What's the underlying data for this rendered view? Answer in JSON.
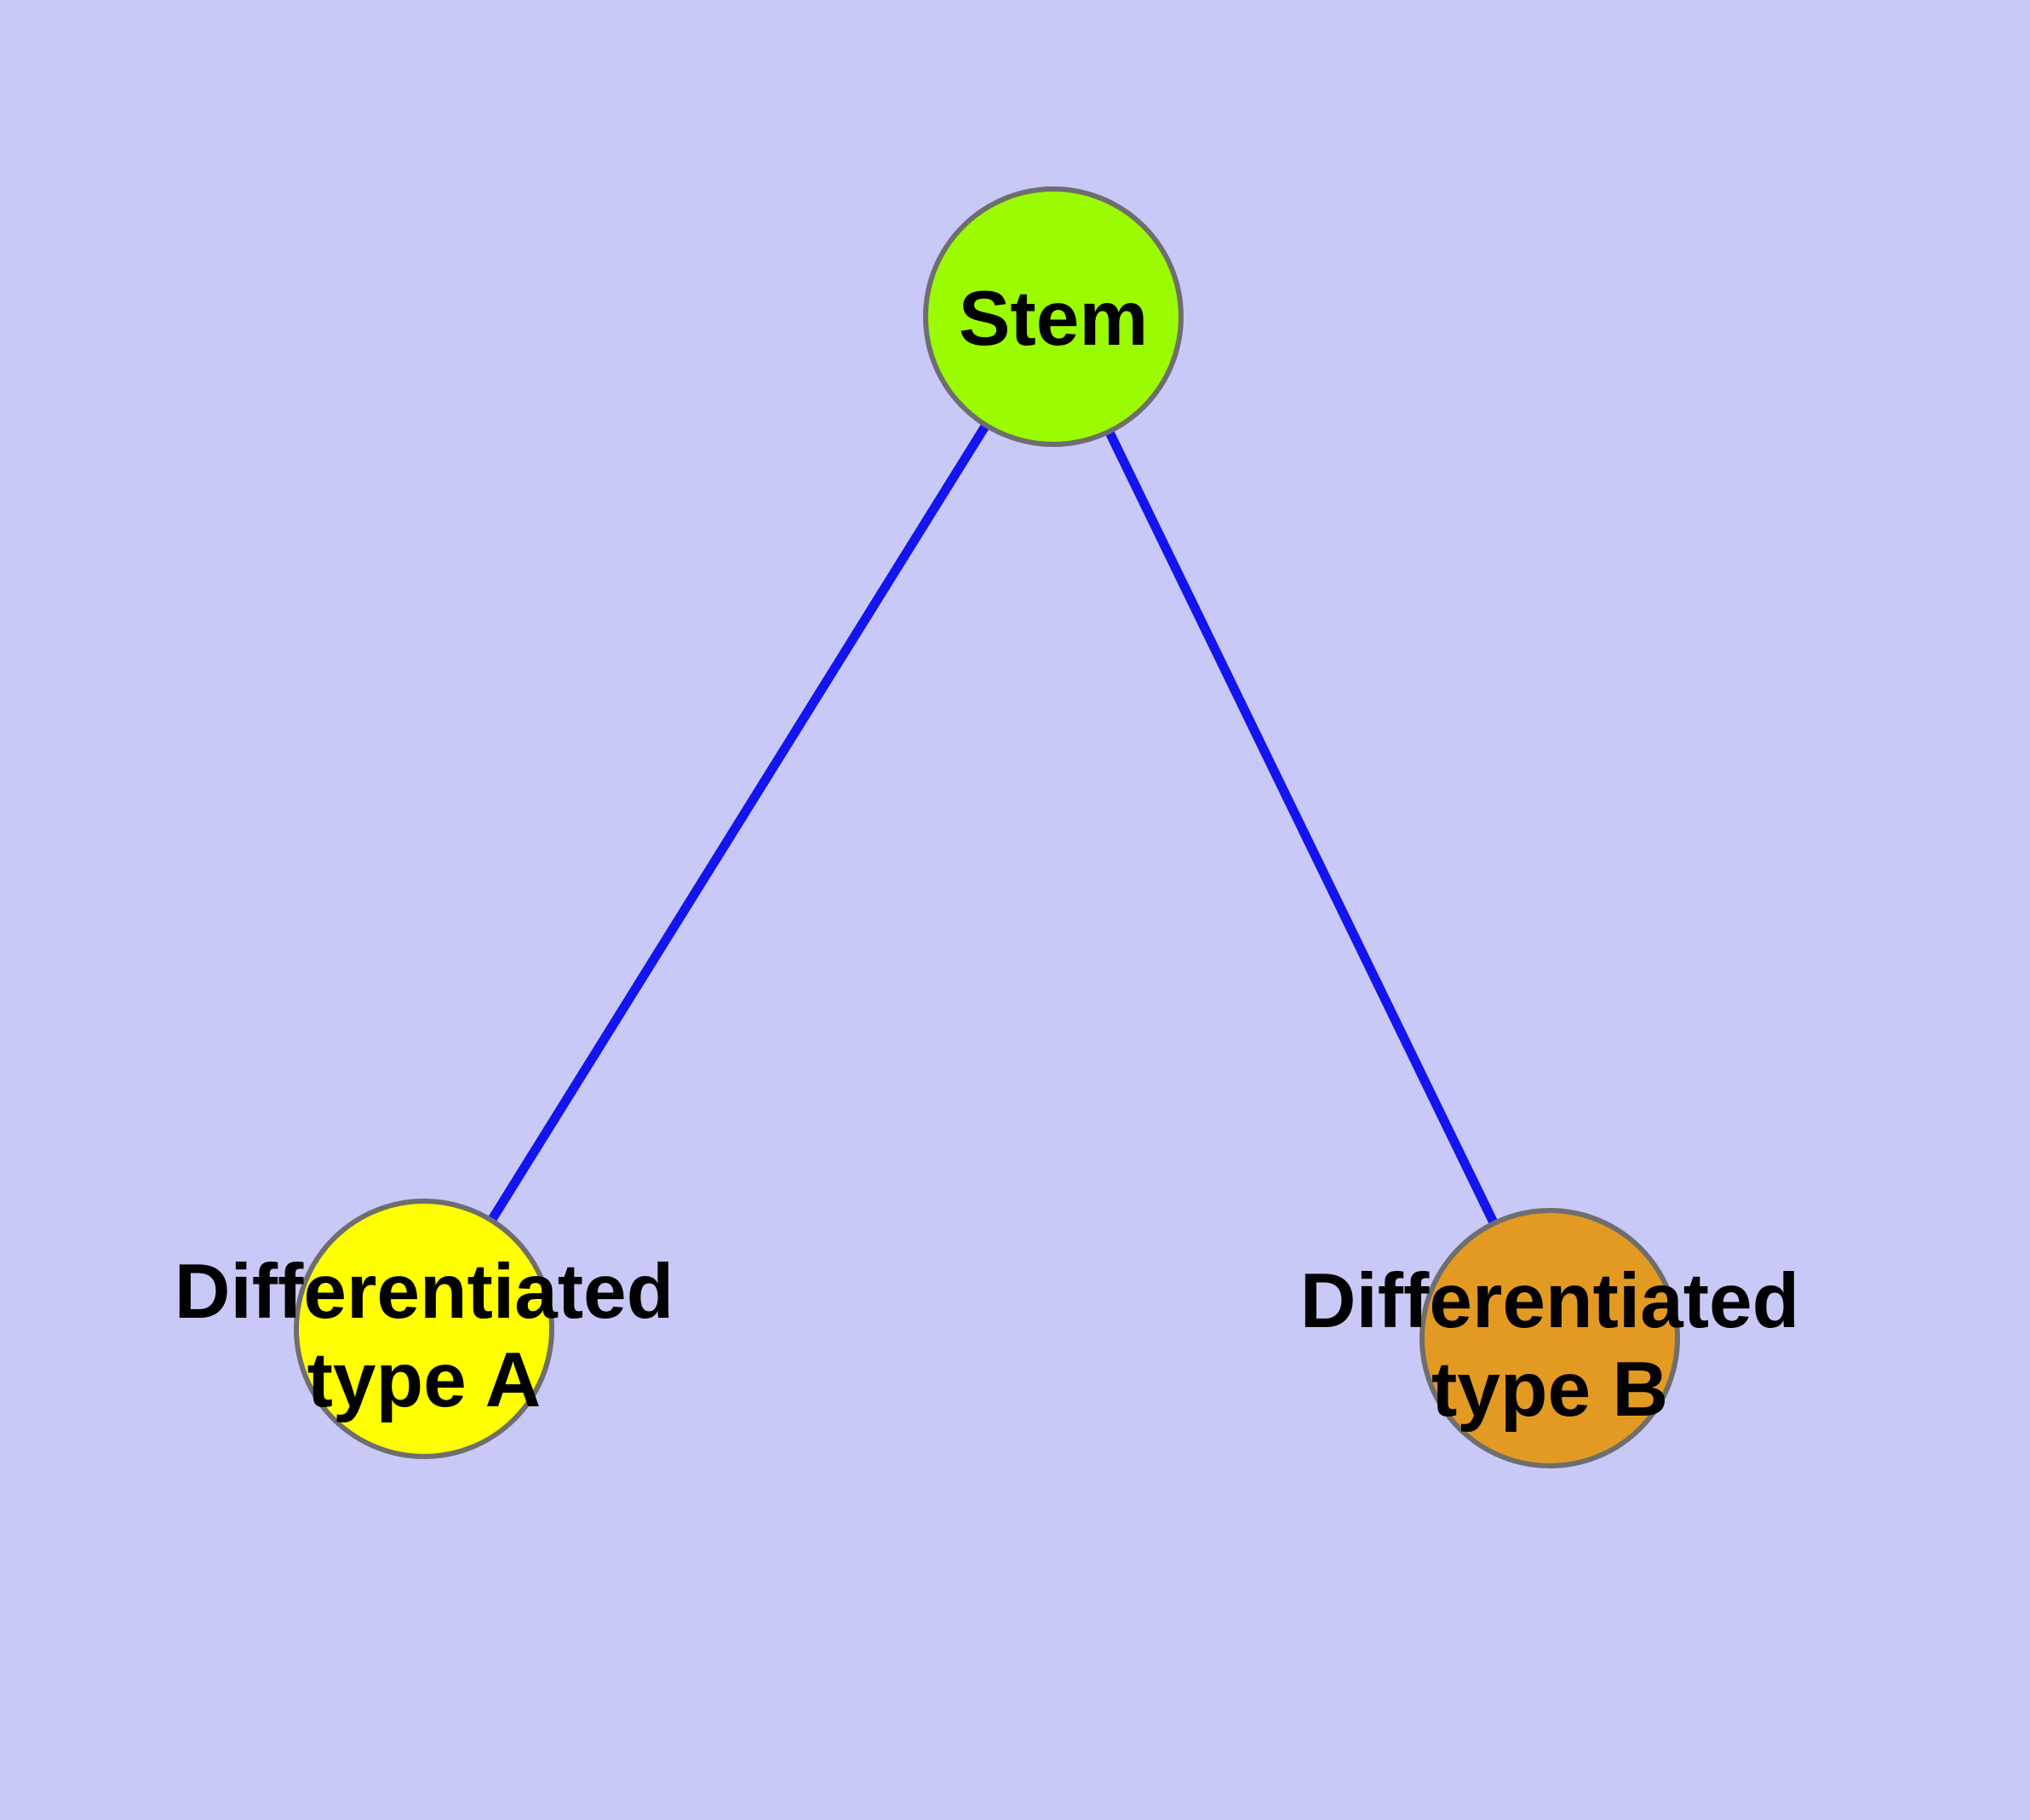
{
  "diagram": {
    "type": "graph",
    "background_color": "#c9c9f8",
    "edge_color": "#1414f0",
    "node_border_color": "#6e6e6e",
    "label_color": "#000000",
    "nodes": [
      {
        "name": "stem",
        "label": "Stem",
        "lines": [
          "Stem"
        ],
        "fill": "#9bfb00"
      },
      {
        "name": "differentiated-type-a",
        "label": "Differentiated type A",
        "lines": [
          "Differentiated",
          "type A"
        ],
        "fill": "#ffff00"
      },
      {
        "name": "differentiated-type-b",
        "label": "Differentiated type B",
        "lines": [
          "Differentiated",
          "type B"
        ],
        "fill": "#e39a22"
      }
    ],
    "edges": [
      {
        "from": "Stem",
        "to": "Differentiated type A"
      },
      {
        "from": "Stem",
        "to": "Differentiated type B"
      }
    ]
  }
}
